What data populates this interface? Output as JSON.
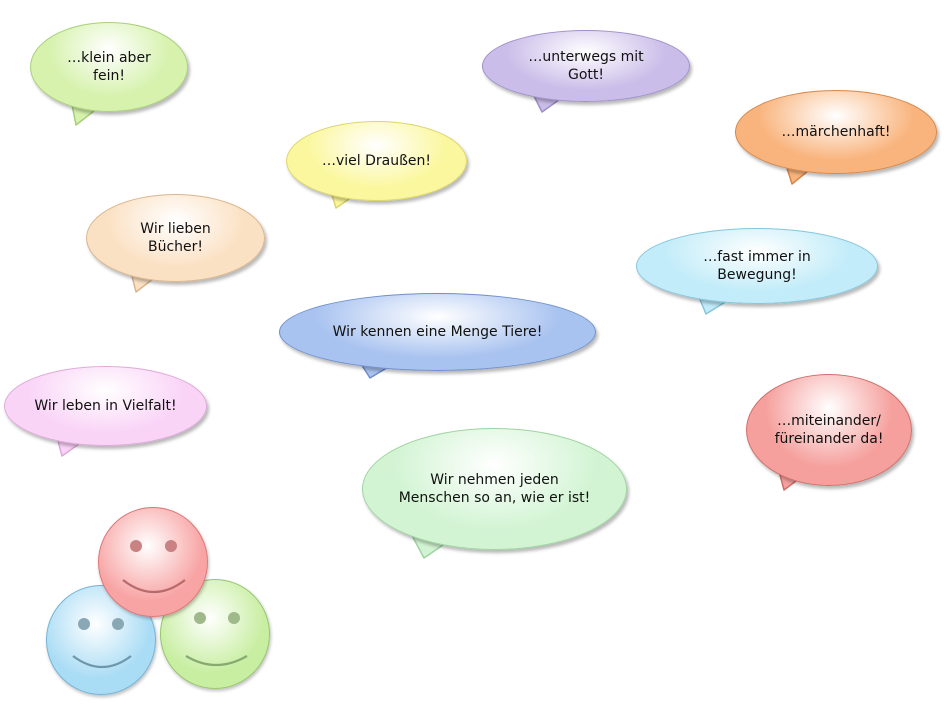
{
  "bubbles": [
    {
      "text": "…klein aber\nfein!",
      "fill": "#d6f2ad",
      "stroke": "#a9cf7a"
    },
    {
      "text": "…unterwegs mit\nGott!",
      "fill": "#cbbde9",
      "stroke": "#9f8fc9"
    },
    {
      "text": "…märchenhaft!",
      "fill": "#f9b47d",
      "stroke": "#d7874a"
    },
    {
      "text": "…viel Draußen!",
      "fill": "#fbf79e",
      "stroke": "#dcd56a"
    },
    {
      "text": "Wir lieben\nBücher!",
      "fill": "#fbe1c4",
      "stroke": "#dbb58d"
    },
    {
      "text": "…fast immer in\nBewegung!",
      "fill": "#c2ecf9",
      "stroke": "#86c6de"
    },
    {
      "text": "Wir kennen eine Menge Tiere!",
      "fill": "#a9c3f0",
      "stroke": "#6f8fcc"
    },
    {
      "text": "Wir leben in Vielfalt!",
      "fill": "#fad4f7",
      "stroke": "#ddaad8"
    },
    {
      "text": "…miteinander/\nfüreinander da!",
      "fill": "#f5a09d",
      "stroke": "#cf6f6b"
    },
    {
      "text": "Wir nehmen jeden\nMenschen so an, wie er ist!",
      "fill": "#d2f4d3",
      "stroke": "#9fd4a1"
    }
  ],
  "smileys": [
    {
      "name": "red-smiley-icon",
      "fill": "#f8a4a4",
      "stroke": "#d77"
    },
    {
      "name": "blue-smiley-icon",
      "fill": "#a9dcf5",
      "stroke": "#74b3d6"
    },
    {
      "name": "green-smiley-icon",
      "fill": "#c8eea1",
      "stroke": "#95c66c"
    }
  ]
}
